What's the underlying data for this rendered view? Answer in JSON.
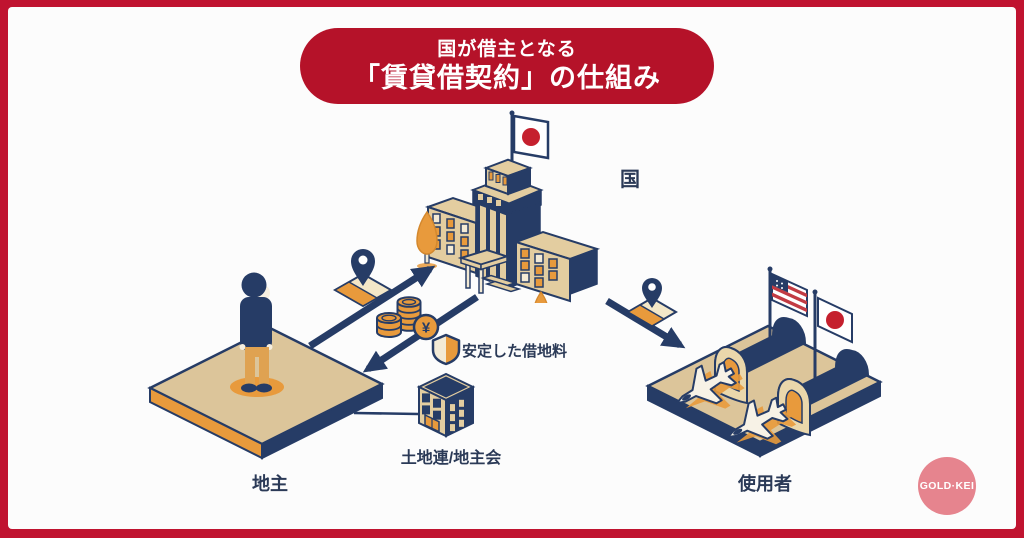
{
  "title": {
    "line1": "国が借主となる",
    "line2": "「賃貸借契約」の仕組み"
  },
  "labels": {
    "government": "国",
    "landowner": "地主",
    "landowner_association": "土地連/地主会",
    "user": "使用者",
    "stable_rent": "安定した借地料",
    "yen": "¥"
  },
  "logo": {
    "text": "GOLD·KEI"
  },
  "colors": {
    "frame_red": "#c01330",
    "banner_red": "#b51229",
    "navy": "#263c66",
    "tan": "#e3cda0",
    "orange": "#e89a3c",
    "japan_flag_red": "#c5202e",
    "us_flag_red": "#c23b43",
    "logo_pink": "#e6848e",
    "background": "#fcfcfc"
  },
  "icons": {
    "japan_flag": "japan-flag-icon",
    "us_flag": "us-flag-icon",
    "location_pin": "location-pin-icon",
    "coin_stack": "coin-stack-icon",
    "yen_coin": "yen-coin-icon",
    "shield": "shield-icon",
    "government_building": "government-building-illustration",
    "landowner_person": "landowner-illustration",
    "association_building": "association-building-illustration",
    "hangar": "hangar-illustration",
    "fighter_jet": "fighter-jet-icon",
    "tree": "tree-icon",
    "arrow": "flow-arrow"
  }
}
